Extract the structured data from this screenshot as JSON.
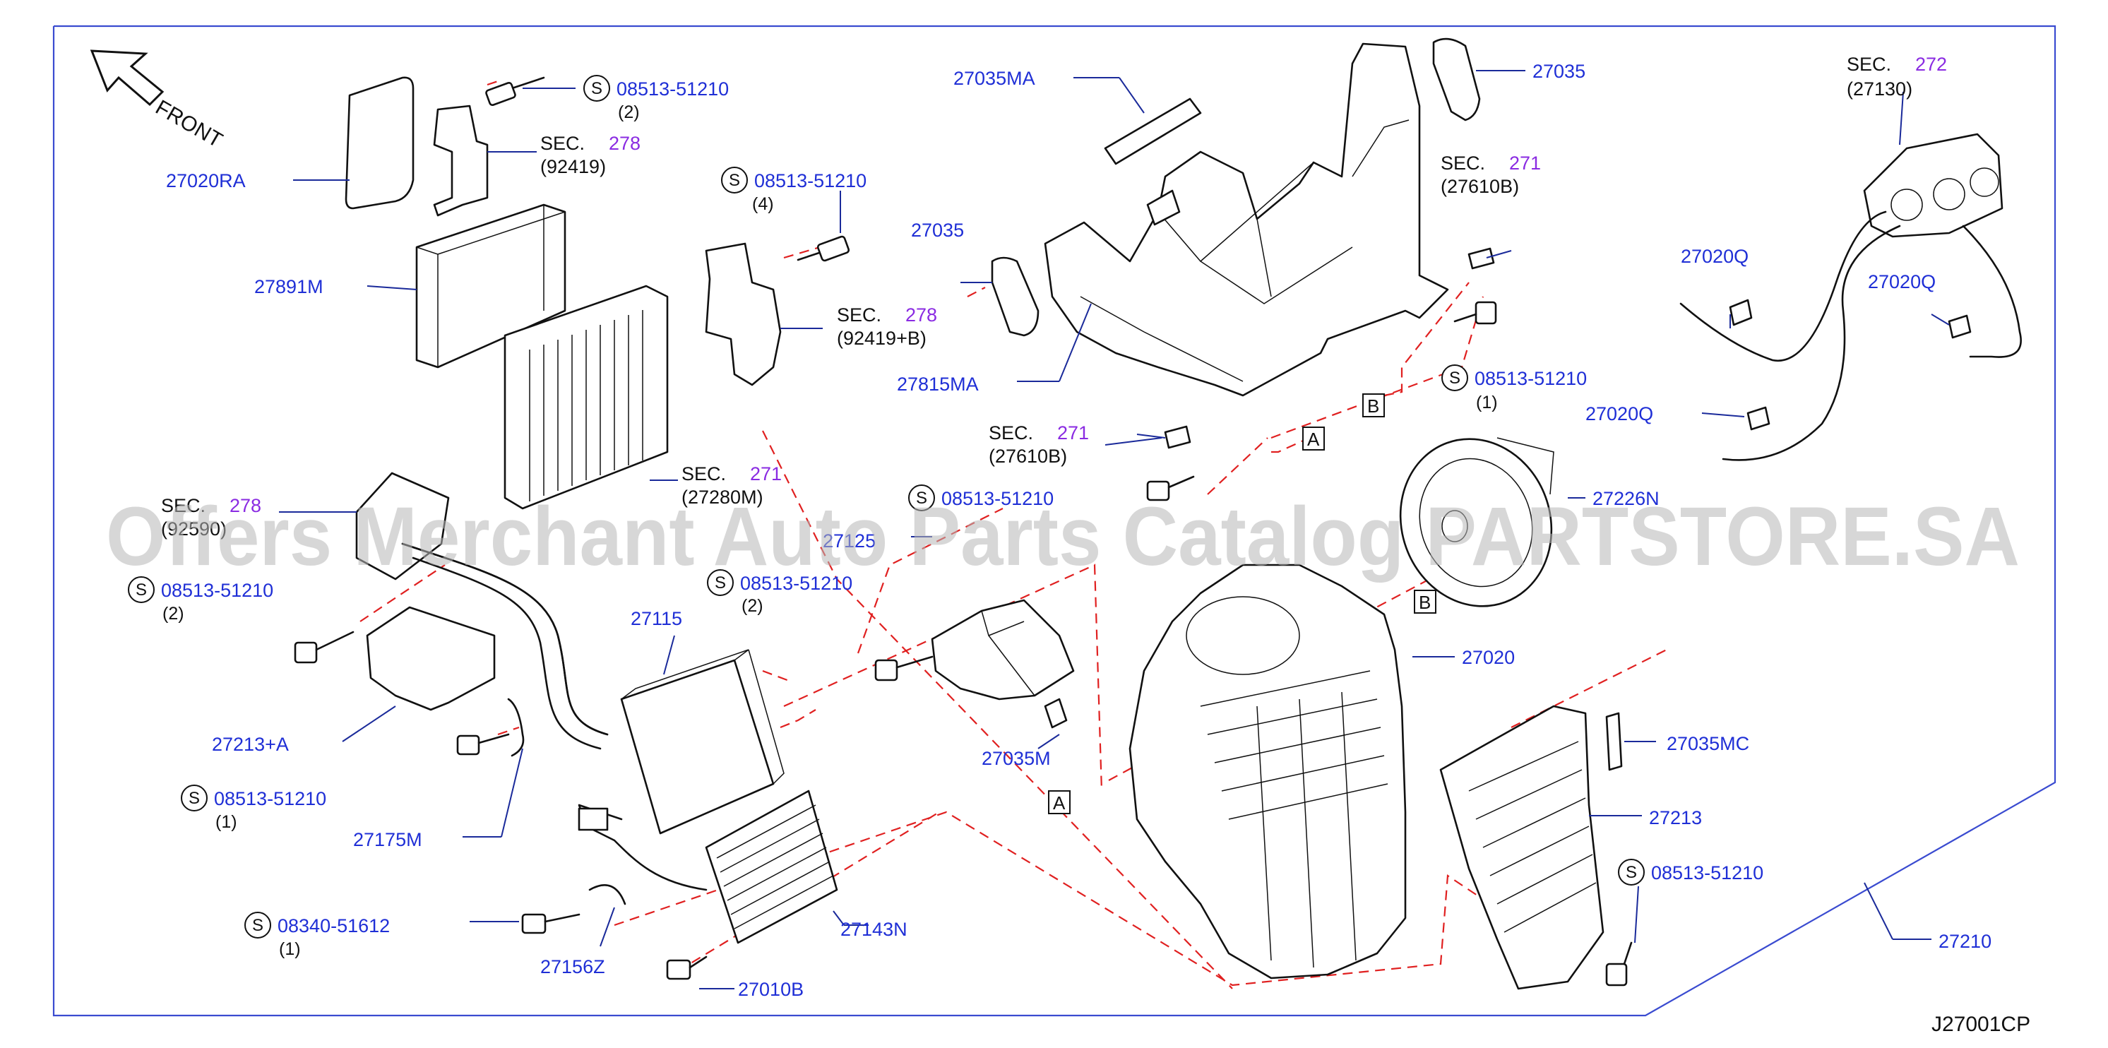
{
  "diagram": {
    "code": "J27001CP",
    "front_label": "FRONT",
    "watermark": "Offers Merchant Auto Parts Catalog PARTSTORE.SA",
    "section_prefix": "SEC.",
    "colors": {
      "part_number": "#1f2fd6",
      "section_number": "#8a2be2",
      "dashed_line": "#e02020",
      "frame": "#3a4bd0"
    },
    "parts": {
      "p27020RA": "27020RA",
      "p27891M": "27891M",
      "p27035MA": "27035MA",
      "p27035_top": "27035",
      "p27035_left": "27035",
      "p27815MA": "27815MA",
      "p27020Q_a": "27020Q",
      "p27020Q_b": "27020Q",
      "p27020Q_c": "27020Q",
      "p27226N": "27226N",
      "p27125": "27125",
      "p27115": "27115",
      "p27020": "27020",
      "p27213A": "27213+A",
      "p27035M": "27035M",
      "p27035MC": "27035MC",
      "p27213": "27213",
      "p27175M": "27175M",
      "p27143N": "27143N",
      "p27156Z": "27156Z",
      "p27010B": "27010B",
      "p27210": "27210"
    },
    "bolts": {
      "b1": {
        "symbol": "S",
        "number": "08513-51210",
        "qty": "(2)"
      },
      "b2": {
        "symbol": "S",
        "number": "08513-51210",
        "qty": "(4)"
      },
      "b3": {
        "symbol": "S",
        "number": "08513-51210",
        "qty": "(1)"
      },
      "b4": {
        "symbol": "S",
        "number": "08513-51210",
        "qty": ""
      },
      "b5": {
        "symbol": "S",
        "number": "08513-51210",
        "qty": "(2)"
      },
      "b6": {
        "symbol": "S",
        "number": "08513-51210",
        "qty": "(2)"
      },
      "b7": {
        "symbol": "S",
        "number": "08513-51210",
        "qty": "(1)"
      },
      "b8": {
        "symbol": "S",
        "number": "08340-51612",
        "qty": "(1)"
      },
      "b9": {
        "symbol": "S",
        "number": "08513-51210",
        "qty": ""
      }
    },
    "sections": {
      "s1": {
        "num": "278",
        "ref": "(92419)"
      },
      "s2": {
        "num": "278",
        "ref": "(92419+B)"
      },
      "s3": {
        "num": "271",
        "ref": "(27610B)"
      },
      "s4": {
        "num": "271",
        "ref": "(27610B)"
      },
      "s5": {
        "num": "271",
        "ref": "(27280M)"
      },
      "s6": {
        "num": "278",
        "ref": "(92590)"
      },
      "s7": {
        "num": "272",
        "ref": "(27130)"
      }
    },
    "connectors": {
      "a1": "A",
      "a2": "A",
      "b1": "B",
      "b2": "B"
    }
  }
}
